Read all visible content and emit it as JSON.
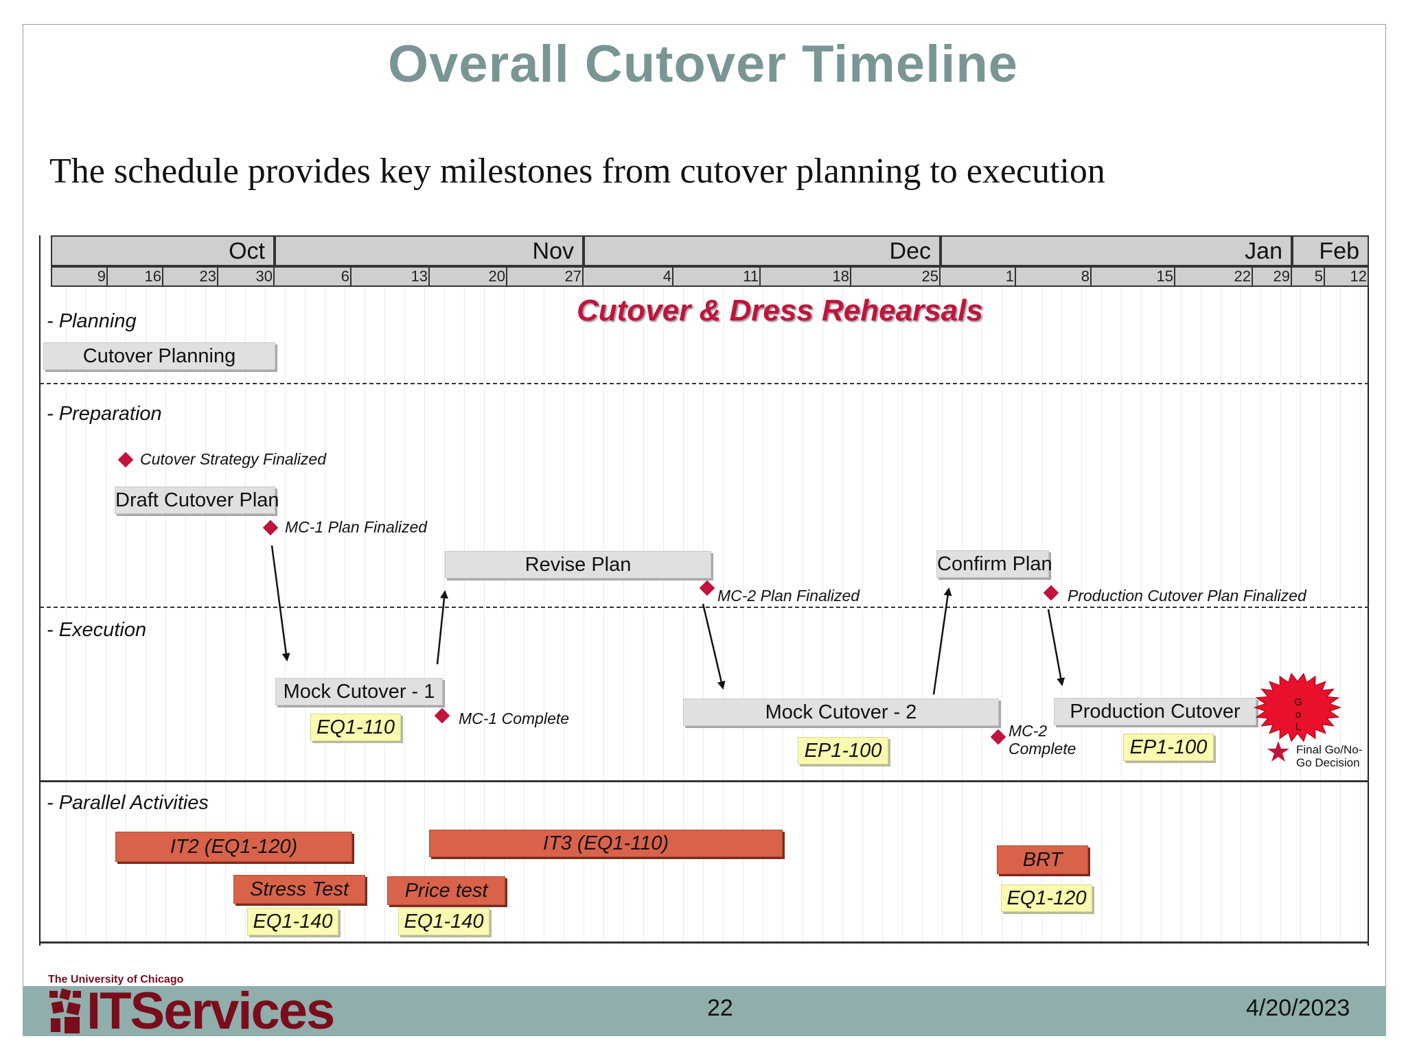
{
  "slide": {
    "title": "Overall Cutover Timeline",
    "subtitle": "The schedule provides key milestones from cutover planning to execution",
    "banner": "Cutover & Dress Rehearsals",
    "page_number": "22",
    "date": "4/20/2023",
    "logo": {
      "sub": "The University of Chicago",
      "name": "ITServices",
      "icon": "phoenix-logo-icon"
    }
  },
  "timeline": {
    "months": [
      "Oct",
      "Nov",
      "Dec",
      "Jan",
      "Feb"
    ],
    "weeks": [
      "9",
      "16",
      "23",
      "30",
      "6",
      "13",
      "20",
      "27",
      "4",
      "11",
      "18",
      "25",
      "1",
      "8",
      "15",
      "22",
      "29",
      "5",
      "12"
    ],
    "sections": [
      "- Planning",
      "- Preparation",
      "- Execution",
      "- Parallel Activities"
    ],
    "tasks": {
      "cutover_planning": "Cutover Planning",
      "draft_cutover_plan": "Draft Cutover Plan",
      "revise_plan": "Revise Plan",
      "confirm_plan": "Confirm Plan",
      "mock_cutover_1": "Mock Cutover - 1",
      "mock_cutover_2": "Mock Cutover - 2",
      "production_cutover": "Production Cutover"
    },
    "env_tags": {
      "mock1": "EQ1-110",
      "mock2": "EP1-100",
      "production": "EP1-100",
      "stress": "EQ1-140",
      "price": "EQ1-140",
      "brt": "EQ1-120"
    },
    "milestones": {
      "strategy": "Cutover Strategy Finalized",
      "mc1_plan": "MC-1 Plan Finalized",
      "mc2_plan": "MC-2 Plan Finalized",
      "prod_plan": "Production Cutover Plan Finalized",
      "mc1_complete": "MC-1 Complete",
      "mc2_complete_1": "MC-2",
      "mc2_complete_2": "Complete",
      "go_decision_1": "Final Go/No-",
      "go_decision_2": "Go Decision"
    },
    "parallel": {
      "it2": "IT2 (EQ1-120)",
      "it3": "IT3 (EQ1-110)",
      "stress": "Stress Test",
      "price": "Price test",
      "brt": "BRT"
    },
    "go_badge": [
      "G",
      "o",
      "L"
    ],
    "colors": {
      "milestone": "#c0143c",
      "task_bar": "#e0e0e0",
      "parallel_bar": "#d9634a",
      "env_tag": "#fafab0",
      "title": "#7a9694",
      "footer": "#8faeac"
    }
  }
}
